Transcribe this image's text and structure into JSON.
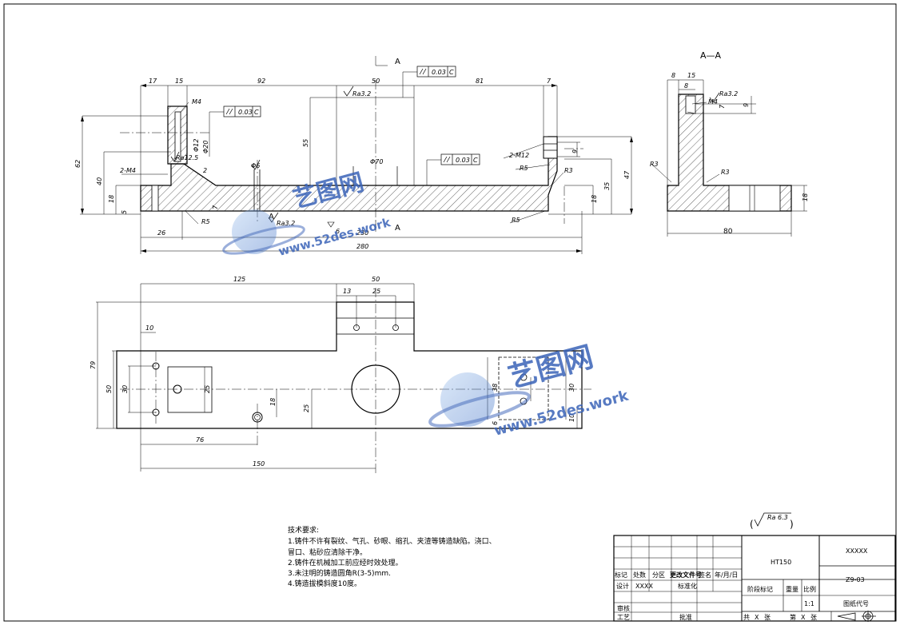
{
  "section_title": "A—A",
  "section_letter": "A",
  "front_dims": [
    "17",
    "15",
    "92",
    "50",
    "81",
    "7",
    "62",
    "40",
    "18",
    "5",
    "55",
    "47",
    "35",
    "18",
    "280",
    "26",
    "230",
    "6",
    "7",
    "7"
  ],
  "front_labels": {
    "m4": "M4",
    "par1": "0.03",
    "datum_c": "C",
    "ra32": "Ra3.2",
    "ra125": "Ra12.5",
    "phi20": "Φ20",
    "phi12": "Φ12",
    "phi6": "Φ6",
    "phi70": "Φ70",
    "hole_2m4": "2-M4",
    "hole_2m12": "2-M12",
    "r5a": "R5",
    "r5b": "R5",
    "r5c": "R5",
    "r3": "R3",
    "two": "2",
    "nine": "9"
  },
  "section_dims": [
    "8",
    "15",
    "8",
    "7",
    "9",
    "18",
    "80"
  ],
  "section_labels": {
    "ra32": "Ra3.2",
    "m4": "M4",
    "r3a": "R3",
    "r3b": "R3"
  },
  "top_dims": [
    "125",
    "50",
    "13",
    "25",
    "10",
    "79",
    "50",
    "30",
    "25",
    "18",
    "25",
    "76",
    "150",
    "38",
    "30",
    "10",
    "6"
  ],
  "notes": {
    "title": "技术要求:",
    "lines": [
      "1.铸件不许有裂纹、气孔、砂眼、缩孔、夹渣等铸造缺陷。浇口、",
      "冒口、粘砂应清除干净。",
      "2.铸件在机械加工前应经时效处理。",
      "3.未注明的铸造圆角R(3-5)mm.",
      "4.铸造拔模斜度10度。"
    ]
  },
  "roughness": "Ra 6.3",
  "title_block": {
    "material": "HT150",
    "name": "XXXXX",
    "code": "Z9-03",
    "biaoji": "标记",
    "chushu": "处数",
    "fenqu": "分区",
    "gengai": "更改文件号",
    "qianming": "签名",
    "date": "年/月/日",
    "sheji": "设计",
    "designer": "XXXX",
    "biaozhunhua": "标准化",
    "jieduan": "阶段标记",
    "zhongliang": "重量",
    "bili": "比例",
    "scale": "1:1",
    "tuzhi": "图纸代号",
    "shenhe": "审核",
    "gongyi": "工艺",
    "pizhun": "批准",
    "gong": "共",
    "x1": "X",
    "zhang1": "张",
    "di": "第",
    "x2": "X",
    "zhang2": "张"
  },
  "watermark": {
    "brand": "艺图网",
    "url": "www.52des.work"
  },
  "colors": {
    "line": "#000000",
    "watermark": "#3a63b8"
  }
}
